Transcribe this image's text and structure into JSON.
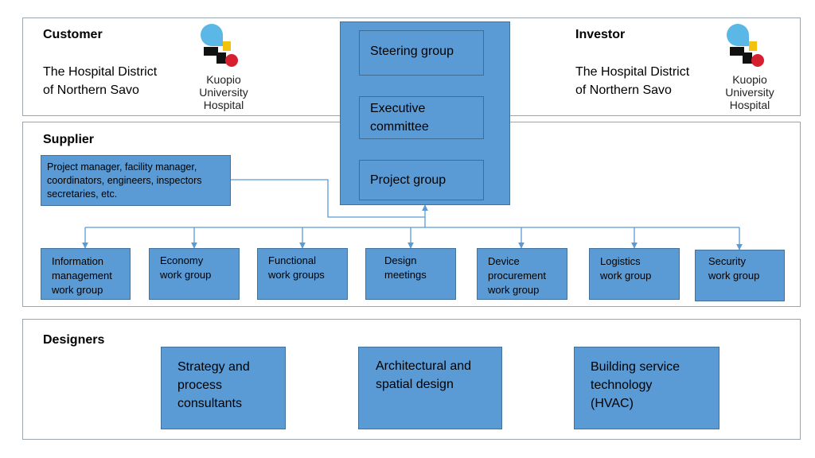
{
  "customer": {
    "heading": "Customer",
    "org": "The Hospital District\nof Northern Savo",
    "logo_text": "Kuopio\nUniversity\nHospital",
    "logo_icon": "kuopio-university-hospital-logo-icon"
  },
  "investor": {
    "heading": "Investor",
    "org": "The Hospital District\nof Northern Savo",
    "logo_text": "Kuopio\nUniversity\nHospital",
    "logo_icon": "kuopio-university-hospital-logo-icon"
  },
  "governance": {
    "steering": "Steering group",
    "executive": "Executive\ncommittee",
    "project": "Project group"
  },
  "supplier": {
    "heading": "Supplier",
    "staff": "Project manager, facility manager,\ncoordinators, engineers, inspectors\nsecretaries, etc."
  },
  "work_groups": [
    {
      "label": "Information\nmanagement\nwork group"
    },
    {
      "label": "Economy\nwork group"
    },
    {
      "label": "Functional\nwork groups"
    },
    {
      "label": "Design\nmeetings"
    },
    {
      "label": "Device\nprocurement\nwork group"
    },
    {
      "label": "Logistics\nwork group"
    },
    {
      "label": "Security\nwork group"
    }
  ],
  "designers": {
    "heading": "Designers",
    "items": [
      {
        "label": "Strategy and\nprocess\nconsultants"
      },
      {
        "label": "Architectural and\nspatial design"
      },
      {
        "label": "Building service\ntechnology\n(HVAC)"
      }
    ]
  },
  "colors": {
    "box_fill": "#5b9bd5",
    "box_border": "#41719c",
    "connector": "#5b9bd5",
    "panel_border": "#9aa5ad",
    "logo_blue": "#5bb8e6",
    "logo_yellow": "#f2c20f",
    "logo_red": "#d6202f",
    "logo_black": "#111111"
  }
}
